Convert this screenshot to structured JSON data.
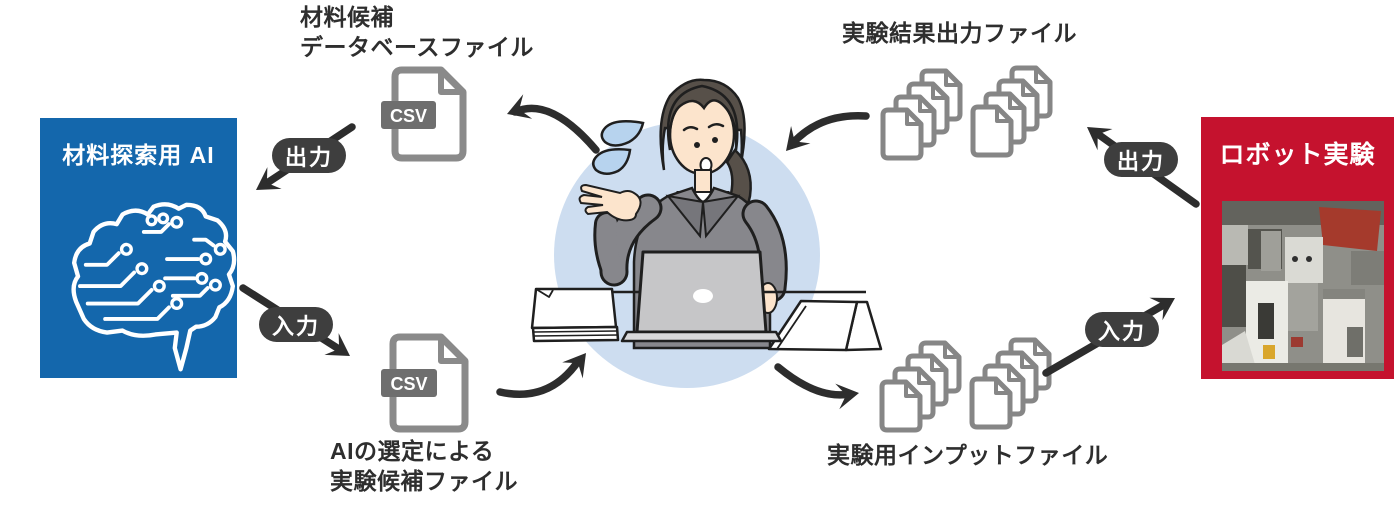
{
  "diagram": {
    "ai_box": {
      "title": "材料探索用 AI"
    },
    "robot_box": {
      "title": "ロボット実験"
    },
    "labels": {
      "top_left": {
        "line1": "材料候補",
        "line2": "データベースファイル"
      },
      "bottom_left": {
        "line1": "AIの選定による",
        "line2": "実験候補ファイル"
      },
      "top_right": {
        "text": "実験結果出力ファイル"
      },
      "bottom_right": {
        "text": "実験用インプットファイル"
      }
    },
    "pills": {
      "ai_output": "出力",
      "ai_input": "入力",
      "robot_output": "出力",
      "robot_input": "入力"
    },
    "csv_badge": "CSV",
    "icons": [
      "brain-circuit-icon",
      "csv-file-icon",
      "document-stack-icon",
      "robot-experiment-photo",
      "office-worker-illustration"
    ],
    "colors": {
      "ai_box_blue": "#1467ac",
      "robot_box_red": "#c5122e",
      "pill_dark": "#3e3e3e",
      "arrow_dark": "#2d2d2d",
      "file_icon_gray": "#8a8a8a",
      "person_circle_blue": "#cdddf0"
    }
  }
}
